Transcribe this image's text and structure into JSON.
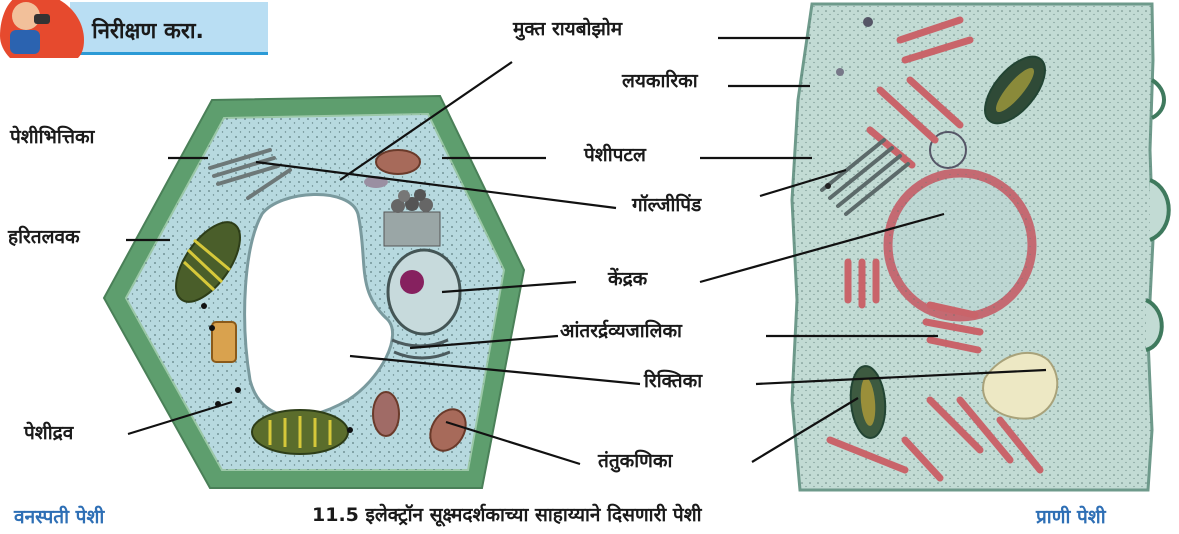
{
  "header": {
    "title": "निरीक्षण करा."
  },
  "labels": {
    "mukta_raibozom": "मुक्त रायबोझोम",
    "laykarika": "लयकारिका",
    "peshibhittika": "पेशीभित्तिका",
    "peshipatal": "पेशीपटल",
    "golgipind": "गॉल्जीपिंड",
    "haritalavak": "हरितलवक",
    "kendrak": "केंद्रक",
    "antardravyajalika": "आंतरर्द्रव्यजालिका",
    "riktika": "रिक्तिका",
    "peshidrav": "पेशीद्रव",
    "tantukanika": "तंतुकणिका"
  },
  "captions": {
    "plant_cell": "वनस्पती पेशी",
    "figure": "11.5 इलेक्ट्रॉन सूक्ष्मदर्शकाच्या साहाय्याने दिसणारी पेशी",
    "animal_cell": "प्राणी पेशी"
  },
  "colors": {
    "cell_wall": "#5e9e6e",
    "cytoplasm": "#b7d9df",
    "animal_cytoplasm": "#c2dbd4",
    "organelle_red": "#c9646a",
    "caption_blue": "#2e6fb5",
    "badge_bg": "#b9def3",
    "badge_border": "#2b9ad6"
  }
}
